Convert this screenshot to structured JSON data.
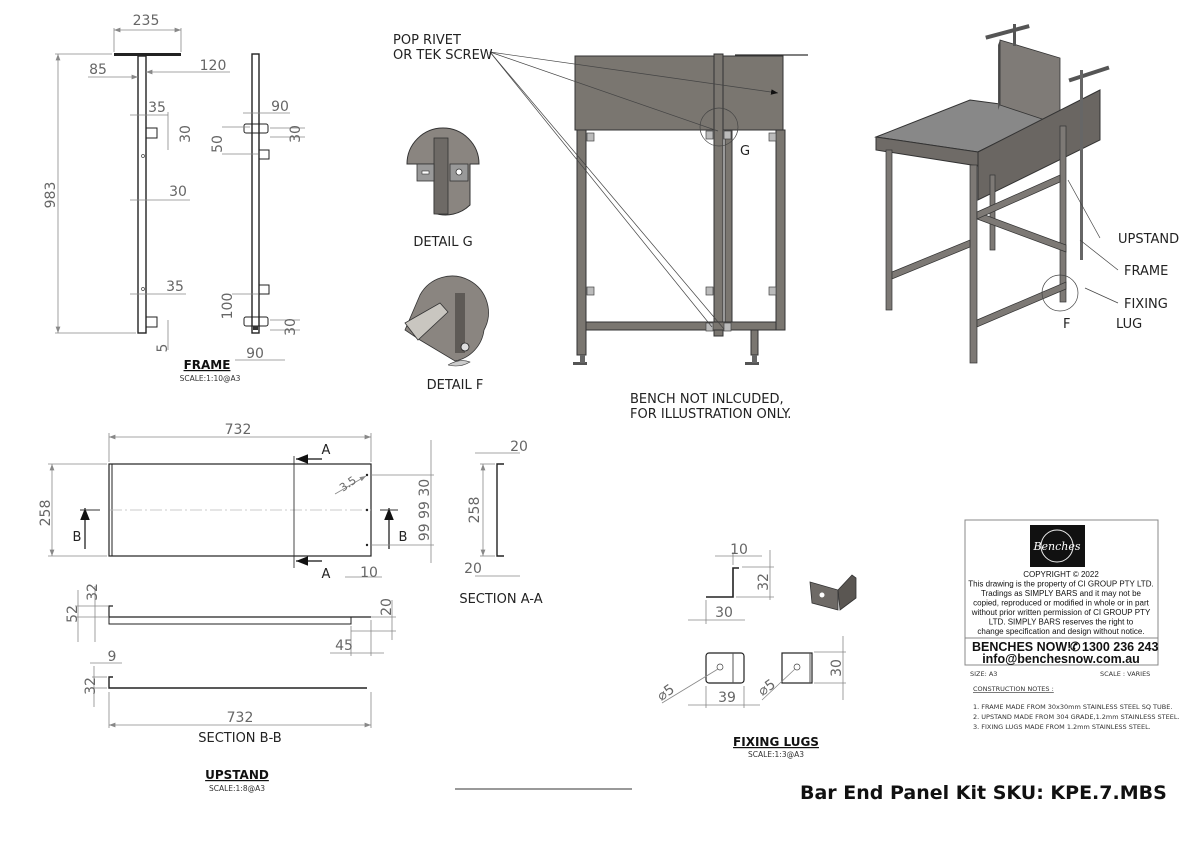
{
  "frame": {
    "title": "FRAME",
    "scale": "SCALE:1:10@A3",
    "dims": {
      "top_width": "235",
      "left_offset": "85",
      "right_offset": "120",
      "height": "983",
      "tab_top_width": "35",
      "tab_top_height": "30",
      "tube_width": "30",
      "tab_bottom_width": "35",
      "bottom_gap": "5",
      "side_plate_top_width": "90",
      "side_plate_top_height": "30",
      "side_spacing": "50",
      "side_bottom_spacing": "100",
      "side_plate_bottom_height": "30",
      "side_plate_bottom_width": "90"
    }
  },
  "assembly": {
    "callout": [
      "POP RIVET",
      "OR TEK SCREW"
    ],
    "detail_g_marker": "G",
    "detail_g_label": "DETAIL G",
    "detail_f_label": "DETAIL F",
    "note": [
      "BENCH NOT INLCUDED,",
      "FOR ILLUSTRATION ONLY."
    ]
  },
  "iso": {
    "labels": [
      "UPSTAND",
      "FRAME",
      "FIXING",
      "LUG"
    ],
    "detail_f_marker": "F"
  },
  "upstand": {
    "title": "UPSTAND",
    "scale": "SCALE:1:8@A3",
    "dims": {
      "length": "732",
      "height": "258",
      "hole_dia": "3.5",
      "hole_spacing": "99 99 30",
      "edge_offset": "10",
      "bb_top": "32",
      "bb_total": "52",
      "bb_right": "20",
      "bb_inset": "45",
      "b2_lip": "9",
      "b2_height": "32",
      "b2_length": "732",
      "aa_top": "20",
      "aa_height": "258",
      "aa_bottom": "20"
    },
    "section_a_marker": "A",
    "section_b_marker": "B",
    "section_aa": "SECTION A-A",
    "section_bb": "SECTION B-B"
  },
  "fixing_lugs": {
    "title": "FIXING LUGS",
    "scale": "SCALE:1:3@A3",
    "dims": {
      "top": "10",
      "height": "32",
      "base": "30",
      "width": "39",
      "depth": "30",
      "hole": "⌀5"
    }
  },
  "title_block": {
    "logo_text": "Benches",
    "copyright": "COPYRIGHT © 2022",
    "legal": [
      "This drawing is the property of CI GROUP PTY LTD.",
      "Tradings as SIMPLY BARS and it may not be",
      "copied, reproduced or modified in whole or in part",
      "without prior written permission of CI GROUP PTY",
      "LTD. SIMPLY BARS reserves the right to",
      "change specification and design without notice."
    ],
    "brand": "BENCHES NOW!",
    "phone": "1300 236 243",
    "email": "info@benchesnow.com.au",
    "size": "SIZE: A3",
    "scale": "SCALE : VARIES",
    "notes_title": "CONSTRUCTION NOTES :",
    "notes": [
      "1. FRAME MADE FROM 30x30mm STAINLESS STEEL SQ TUBE.",
      "2. UPSTAND MADE FROM 304 GRADE,1.2mm STAINLESS STEEL.",
      "3. FIXING LUGS MADE FROM 1.2mm STAINLESS STEEL."
    ]
  },
  "product_title": "Bar End Panel Kit SKU: KPE.7.MBS"
}
